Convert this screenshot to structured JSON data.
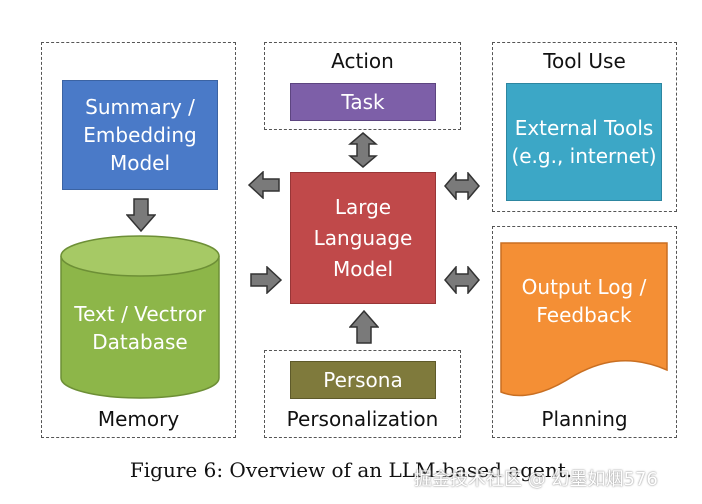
{
  "groups": {
    "memory": "Memory",
    "action": "Action",
    "tool_use": "Tool Use",
    "personalization": "Personalization",
    "planning": "Planning"
  },
  "boxes": {
    "summary_model": "Summary /\nEmbedding\nModel",
    "database": "Text / Vectror\nDatabase",
    "task": "Task",
    "llm": "Large\nLanguage\nModel",
    "external_tools": "External Tools\n(e.g., internet)",
    "persona": "Persona",
    "output_log": "Output Log /\nFeedback"
  },
  "colors": {
    "summary_model": "#4a7ac8",
    "database": "#8db649",
    "task": "#7d5fa8",
    "llm": "#c0494a",
    "external_tools": "#3ca7c6",
    "persona": "#7f7a3c",
    "output_log": "#f48f35",
    "arrow": "#7a7a7a"
  },
  "caption": "Figure 6: Overview of an LLM-based agent.",
  "watermark": "掘金技术社区 @ 幻墨如烟576"
}
